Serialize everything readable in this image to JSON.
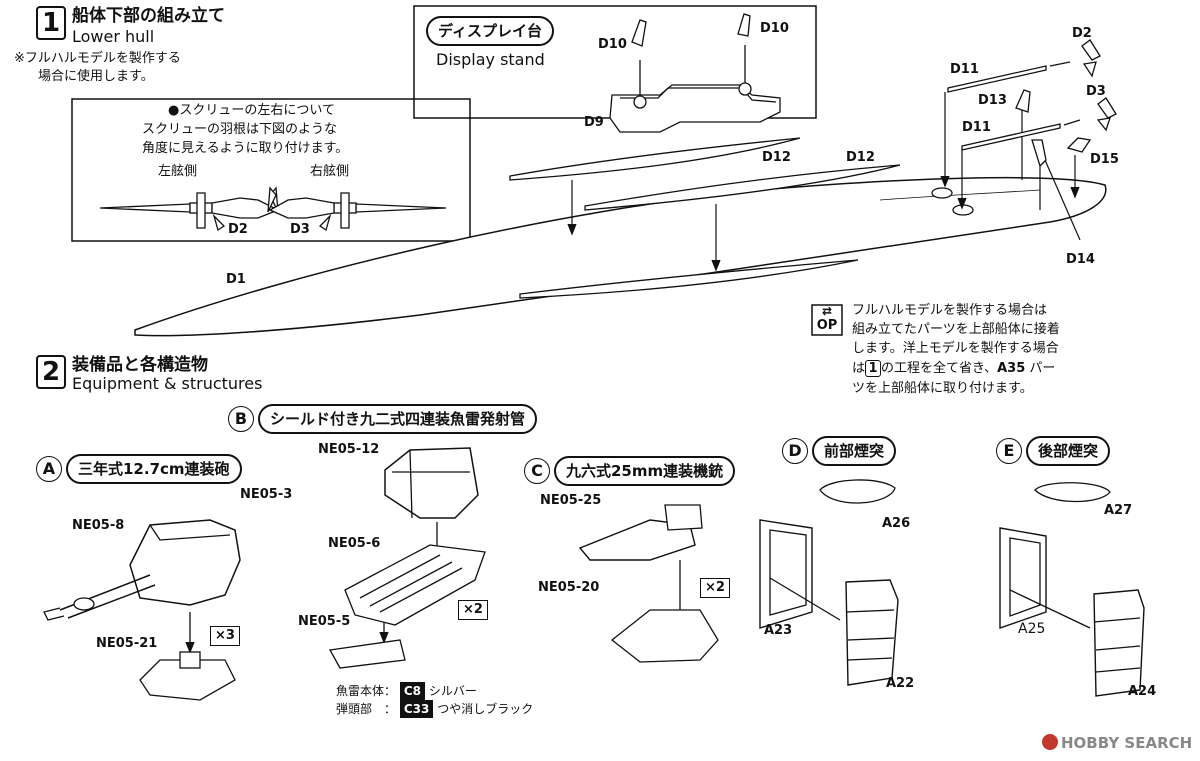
{
  "step1": {
    "number": "1",
    "title_jp": "船体下部の組み立て",
    "title_en": "Lower hull",
    "note_line1": "※フルハルモデルを製作する",
    "note_line2": "場合に使用します。"
  },
  "screw_box": {
    "line1": "●スクリューの左右について",
    "line2": "スクリューの羽根は下図のような",
    "line3": "角度に見えるように取り付けます。",
    "left_label": "左舷側",
    "right_label": "右舷側",
    "part_left": "D2",
    "part_right": "D3"
  },
  "display_stand": {
    "title": "ディスプレイ台",
    "subtitle": "Display stand",
    "parts": [
      "D10",
      "D10",
      "D9"
    ]
  },
  "hull_parts": {
    "d1": "D1",
    "d12a": "D12",
    "d12b": "D12",
    "d11a": "D11",
    "d11b": "D11",
    "d13": "D13",
    "d2": "D2",
    "d3": "D3",
    "d15": "D15",
    "d14": "D14"
  },
  "op_note": {
    "icon_top": "⇄",
    "icon_label": "OP",
    "line1": "フルハルモデルを製作する場合は",
    "line2": "組み立てたパーツを上部船体に接着",
    "line3": "します。洋上モデルを製作する場合",
    "line4_a": "は",
    "line4_num": "1",
    "line4_b": "の工程を全て省き、",
    "line4_part": "A35",
    "line4_c": " パー",
    "line5": "ツを上部船体に取り付けます。"
  },
  "step2": {
    "number": "2",
    "title_jp": "装備品と各構造物",
    "title_en": "Equipment & structures"
  },
  "sub_a": {
    "letter": "A",
    "title": "三年式12.7cm連装砲",
    "parts": [
      "NE05-3",
      "NE05-8",
      "NE05-21"
    ],
    "multiplier": "×3"
  },
  "sub_b": {
    "letter": "B",
    "title": "シールド付き九二式四連装魚雷発射管",
    "parts": [
      "NE05-12",
      "NE05-6",
      "NE05-5"
    ],
    "multiplier": "×2",
    "paint": [
      {
        "item": "魚雷本体：",
        "code": "C8",
        "color": "シルバー"
      },
      {
        "item": "弾頭部　：",
        "code": "C33",
        "color": "つや消しブラック"
      }
    ]
  },
  "sub_c": {
    "letter": "C",
    "title": "九六式25mm連装機銃",
    "parts": [
      "NE05-25",
      "NE05-20"
    ],
    "multiplier": "×2"
  },
  "sub_d": {
    "letter": "D",
    "title": "前部煙突",
    "parts": [
      "A26",
      "A23",
      "A22"
    ]
  },
  "sub_e": {
    "letter": "E",
    "title": "後部煙突",
    "parts": [
      "A27",
      "A25",
      "A24"
    ]
  },
  "watermark": {
    "brand": "HOBBY SEARCH"
  }
}
